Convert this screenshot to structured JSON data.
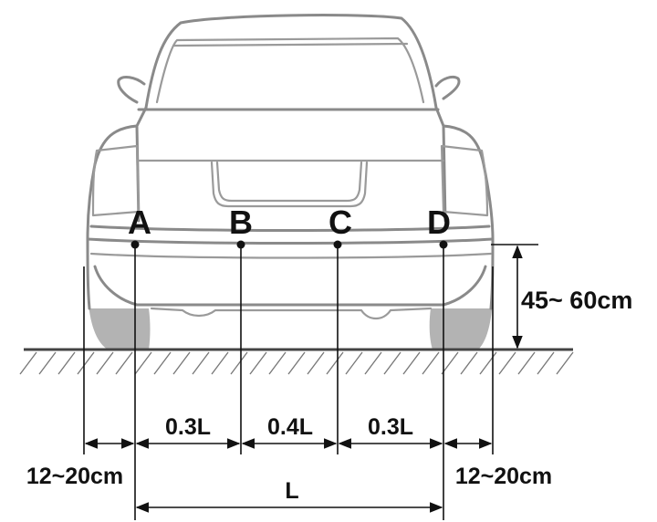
{
  "sensors": [
    {
      "id": "A",
      "label": "A"
    },
    {
      "id": "B",
      "label": "B"
    },
    {
      "id": "C",
      "label": "C"
    },
    {
      "id": "D",
      "label": "D"
    }
  ],
  "dimensions": {
    "height_label": "45~ 60cm",
    "spacing_left": "0.3L",
    "spacing_middle": "0.4L",
    "spacing_right": "0.3L",
    "total_width": "L",
    "side_offset_left": "12~20cm",
    "side_offset_right": "12~20cm"
  },
  "colors": {
    "car_outline": "#8a8a8a",
    "tire_fill": "#b3b3b3",
    "ink": "#111111"
  }
}
